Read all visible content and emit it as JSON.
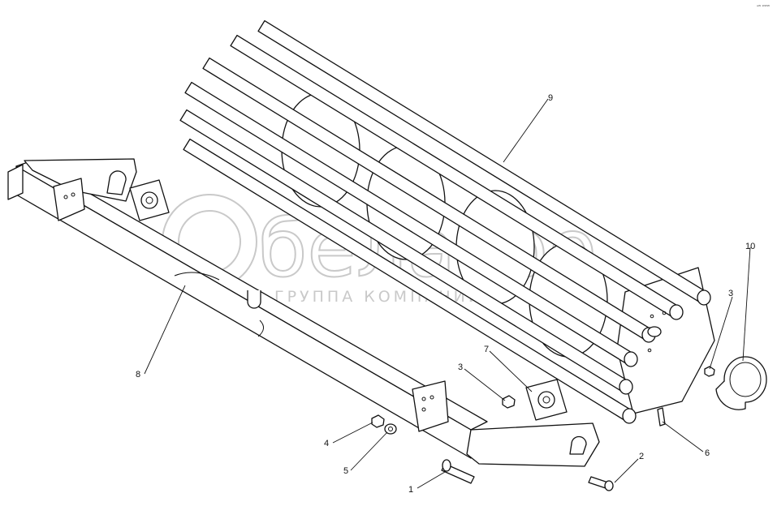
{
  "watermark": {
    "brand": "белагро",
    "subtitle": "ГРУППА КОМПАНИЙ",
    "color": "#c9c9c9"
  },
  "corner_mark": "ᵃᵂ ᵂᵂᵂ",
  "callouts": [
    {
      "id": "c1",
      "label": "1"
    },
    {
      "id": "c2",
      "label": "2"
    },
    {
      "id": "c3a",
      "label": "3"
    },
    {
      "id": "c3b",
      "label": "3"
    },
    {
      "id": "c4",
      "label": "4"
    },
    {
      "id": "c5",
      "label": "5"
    },
    {
      "id": "c6",
      "label": "6"
    },
    {
      "id": "c7",
      "label": "7"
    },
    {
      "id": "c8",
      "label": "8"
    },
    {
      "id": "c9",
      "label": "9"
    },
    {
      "id": "c10",
      "label": "10"
    }
  ],
  "colors": {
    "ink": "#111111",
    "paper": "#ffffff"
  }
}
